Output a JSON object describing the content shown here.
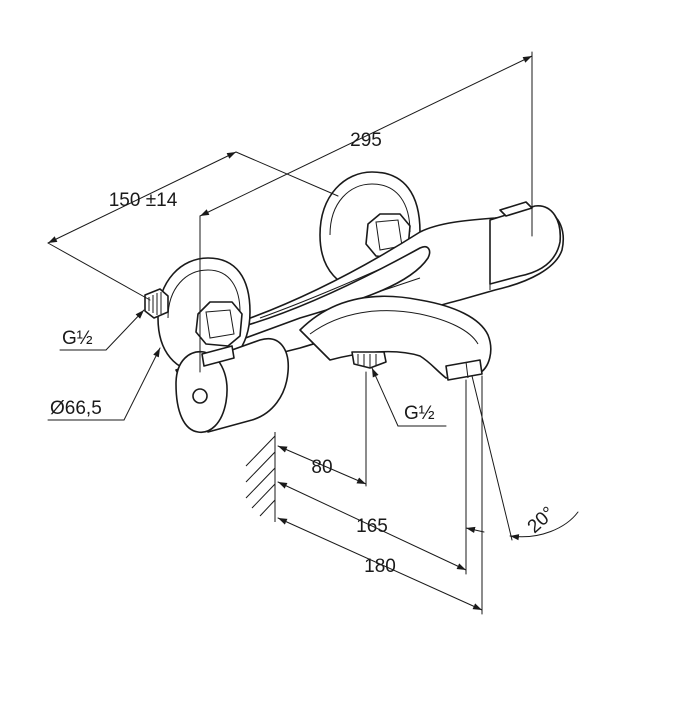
{
  "dimensions": {
    "overall_length": "295",
    "center_distance": "150 ±14",
    "thread_left": "G½",
    "thread_bottom": "G½",
    "escutcheon_diameter": "Ø66,5",
    "outlet_offset": "80",
    "spout_length_1": "165",
    "spout_length_2": "180",
    "spout_angle": "20°"
  }
}
